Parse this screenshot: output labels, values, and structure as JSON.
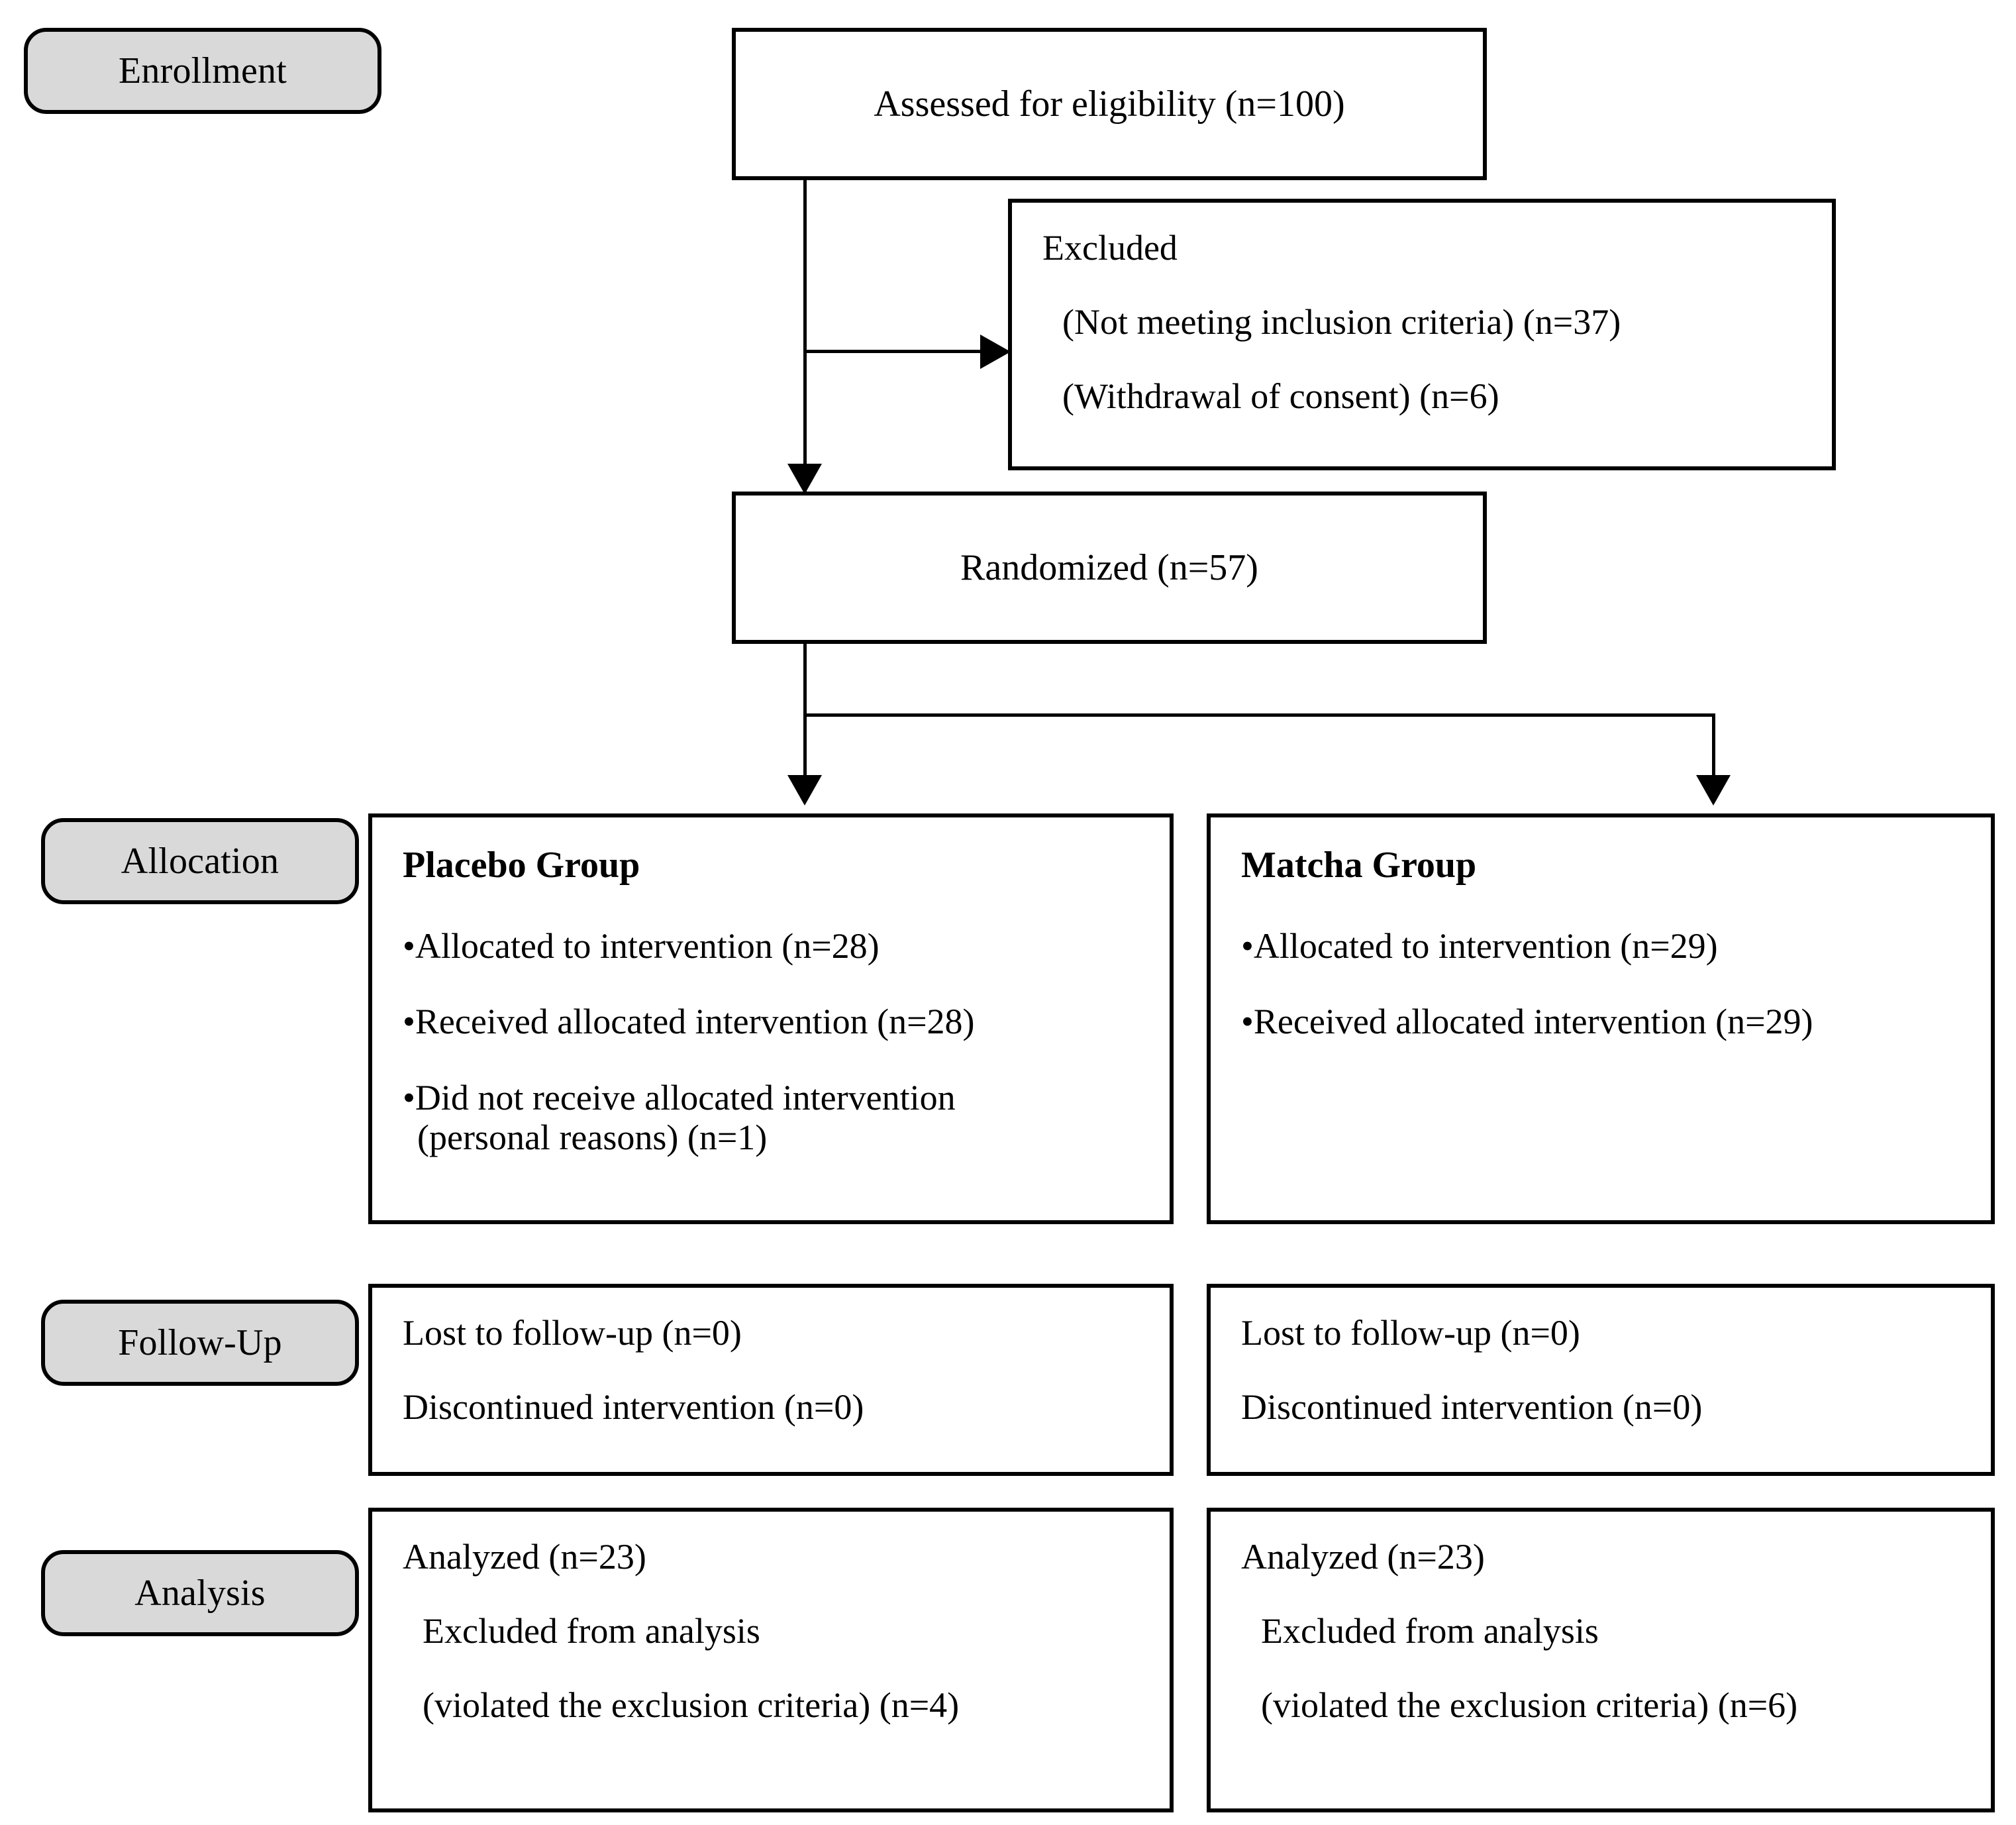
{
  "diagram": {
    "title": "CONSORT participant flow diagram",
    "colors": {
      "stage_pill_fill": "#d9d9d9",
      "box_fill": "#ffffff",
      "stroke": "#000000"
    }
  },
  "stages": {
    "enrollment": "Enrollment",
    "allocation": "Allocation",
    "follow_up": "Follow-Up",
    "analysis": "Analysis"
  },
  "enrollment": {
    "assessed": "Assessed for eligibility (n=100)",
    "excluded": {
      "heading": "Excluded",
      "reasons": [
        "(Not meeting inclusion criteria) (n=37)",
        "(Withdrawal of consent) (n=6)"
      ]
    },
    "randomized": "Randomized (n=57)"
  },
  "allocation": {
    "placebo": {
      "title": "Placebo Group",
      "items": [
        {
          "text": "Allocated to intervention (n=28)",
          "cont": ""
        },
        {
          "text": "Received allocated intervention (n=28)",
          "cont": ""
        },
        {
          "text": "Did not receive allocated intervention",
          "cont": "(personal reasons) (n=1)"
        }
      ]
    },
    "matcha": {
      "title": "Matcha Group",
      "items": [
        {
          "text": "Allocated to intervention (n=29)",
          "cont": ""
        },
        {
          "text": "Received allocated intervention (n=29)",
          "cont": ""
        }
      ]
    }
  },
  "follow_up": {
    "placebo": [
      "Lost to follow-up (n=0)",
      "Discontinued intervention (n=0)"
    ],
    "matcha": [
      "Lost to follow-up (n=0)",
      "Discontinued intervention (n=0)"
    ]
  },
  "analysis": {
    "placebo": [
      "Analyzed (n=23)",
      "Excluded from analysis",
      "(violated the exclusion criteria) (n=4)"
    ],
    "matcha": [
      "Analyzed (n=23)",
      "Excluded from analysis",
      "(violated the exclusion criteria) (n=6)"
    ]
  }
}
